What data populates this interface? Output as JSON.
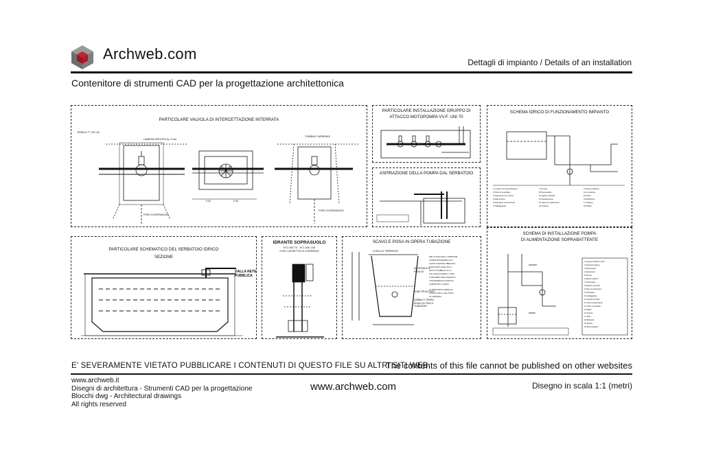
{
  "header": {
    "site_name": "Archweb.com",
    "caption": "Dettagli di impianto  /  Details of an installation",
    "subtitle": "Contenitore di strumenti CAD per la progettazione architettonica"
  },
  "panels": {
    "valve": {
      "title": "PARTICOLARE VALVOLA DI INTERCETTAZIONE INTERRATA"
    },
    "pump_group": {
      "title_line1": "PARTICOLARE INSTALLAZIONE GRUPPO DI",
      "title_line2": "ATTACCO MOTOPOMPA VV.F. UNI 70"
    },
    "aspiration": {
      "title": "ASPIRAZIONE DELLA POMPA DAL SERBATOIO"
    },
    "water_scheme": {
      "title": "SCHEMA IDRICO DI FUNZIONAMENTO IMPIANTO"
    },
    "tank": {
      "title": "PARTICOLARE SCHEMATICO DEL SERBATOIO IDRICO",
      "section": "SEZIONE",
      "label": "DALLA RETE PUBBLICA"
    },
    "hydrant": {
      "title": "IDRANTE SOPRASUOLO",
      "sub1": "N°2 UNI 70 - N°1 UNI 100",
      "sub2": "CON CASSETTA DI CORREDO"
    },
    "excavation": {
      "title": "SCAVO E POSA IN OPERA TUBAZIONE",
      "ground": "LIVELLO TERRENO",
      "pipe": "TUBO PEAD PN10",
      "sand": "SABBIA O TERRA BOIACCA TRA LE TUBAZIONI",
      "fill": "MATERIALE DI RISULTA"
    },
    "install_scheme": {
      "title_line1": "SCHEMA DI INSTALLAZIONE POMPA",
      "title_line2": "DI ALIMENTAZIONE SOPRABATTENTE"
    }
  },
  "warning": {
    "italian": "E' SEVERAMENTE VIETATO PUBBLICARE I CONTENUTI DI QUESTO FILE SU ALTRI SITI WEB",
    "english": "The contents of this file cannot be published on other websites"
  },
  "footer": {
    "left": [
      "www.archweb.it",
      "Disegni di architettura - Strumenti CAD  per la progettazione",
      "Blocchi dwg - Architectural drawings",
      "All rights reserved"
    ],
    "center": "www.archweb.com",
    "right": "Disegno in scala 1:1 (metri)"
  },
  "colors": {
    "logo_red": "#b0182a",
    "logo_grey": "#8c8c8c",
    "line": "#111111"
  }
}
